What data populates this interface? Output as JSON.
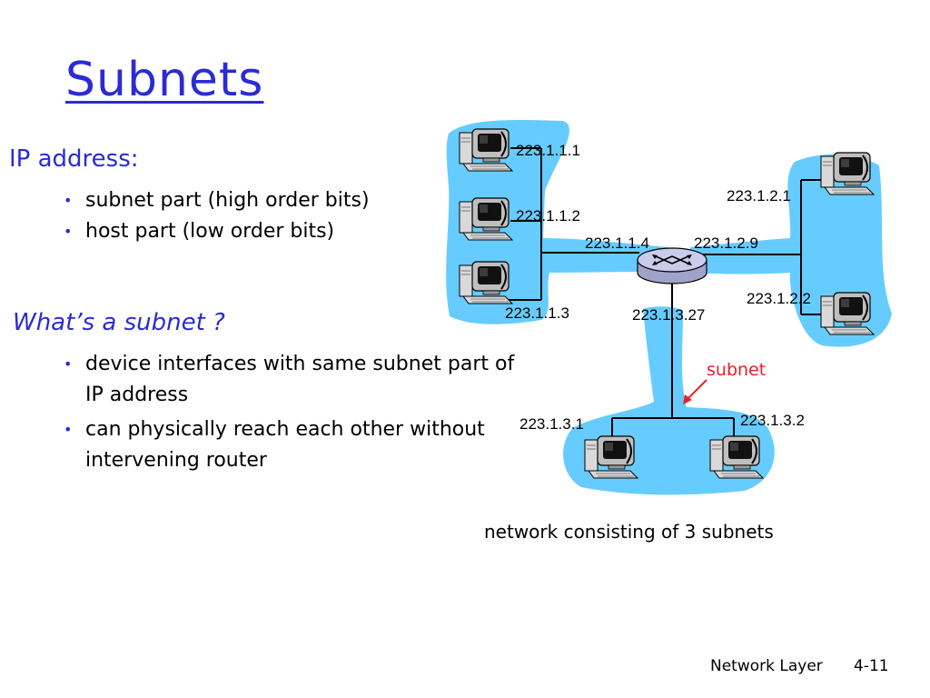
{
  "slide": {
    "title": "Subnets",
    "section1": {
      "heading": "IP address:",
      "bullets": [
        "subnet part (high order bits)",
        "host part (low order bits)"
      ]
    },
    "section2": {
      "heading": "What’s a subnet ?",
      "bullets": [
        "device interfaces with same subnet part of IP address",
        "can physically reach each other without intervening router"
      ]
    }
  },
  "diagram": {
    "labels": {
      "h111": "223.1.1.1",
      "h112": "223.1.1.2",
      "r114": "223.1.1.4",
      "r129": "223.1.2.9",
      "h121": "223.1.2.1",
      "h122": "223.1.2.2",
      "h113": "223.1.1.3",
      "r1327": "223.1.3.27",
      "h131": "223.1.3.1",
      "h132": "223.1.3.2"
    },
    "subnet_label": "subnet",
    "caption": "network consisting of 3 subnets",
    "colors": {
      "subnet_fill": "#66ccff",
      "annotation": "#e8202a",
      "link": "#000000"
    }
  },
  "footer": {
    "label": "Network Layer",
    "page": "4-11"
  }
}
